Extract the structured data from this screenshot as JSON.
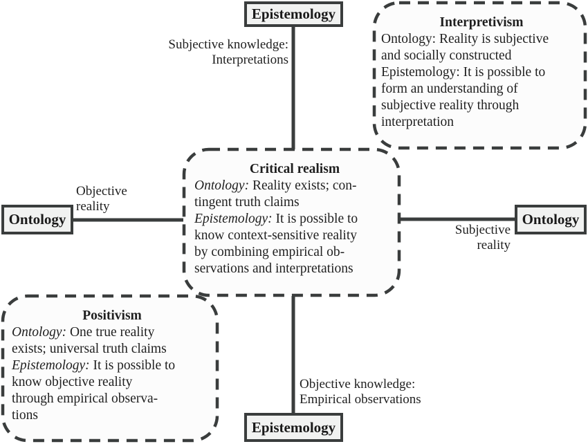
{
  "colors": {
    "stroke": "#3a3d3d",
    "axis_box_fill": "#f1f2f1",
    "para_box_fill": "#fcfcfc",
    "text": "#1f1f1f"
  },
  "axes": {
    "epistemology_top": "Epistemology",
    "epistemology_bottom": "Epistemology",
    "ontology_left": "Ontology",
    "ontology_right": "Ontology"
  },
  "axis_labels": {
    "top": [
      "Subjective knowledge:",
      "Interpretations"
    ],
    "bottom": [
      "Objective knowledge:",
      "Empirical observations"
    ],
    "left": [
      "Objective",
      "reality"
    ],
    "right": [
      "Subjective",
      "reality"
    ]
  },
  "paradigms": {
    "interpretivism": {
      "title": "Interpretivism",
      "lines": [
        "Ontology: Reality is subjective",
        "and socially constructed",
        "Epistemology: It is possible to",
        "form an understanding of",
        "subjective reality through",
        "interpretation"
      ]
    },
    "critical_realism": {
      "title": "Critical realism",
      "ontology_label": "Ontology:",
      "ontology_lines": [
        " Reality exists; con-",
        "tingent truth claims"
      ],
      "epistemology_label": "Epistemology:",
      "epistemology_lines": [
        " It is possible to",
        "know context-sensitive reality",
        "by combining empirical ob-",
        "servations and interpretations"
      ]
    },
    "positivism": {
      "title": "Positivism",
      "ontology_label": "Ontology:",
      "ontology_lines": [
        " One true reality",
        "exists; universal truth claims"
      ],
      "epistemology_label": "Epistemology:",
      "epistemology_lines": [
        " It is possible to",
        "know objective reality",
        "through empirical observa-",
        "tions"
      ]
    }
  }
}
